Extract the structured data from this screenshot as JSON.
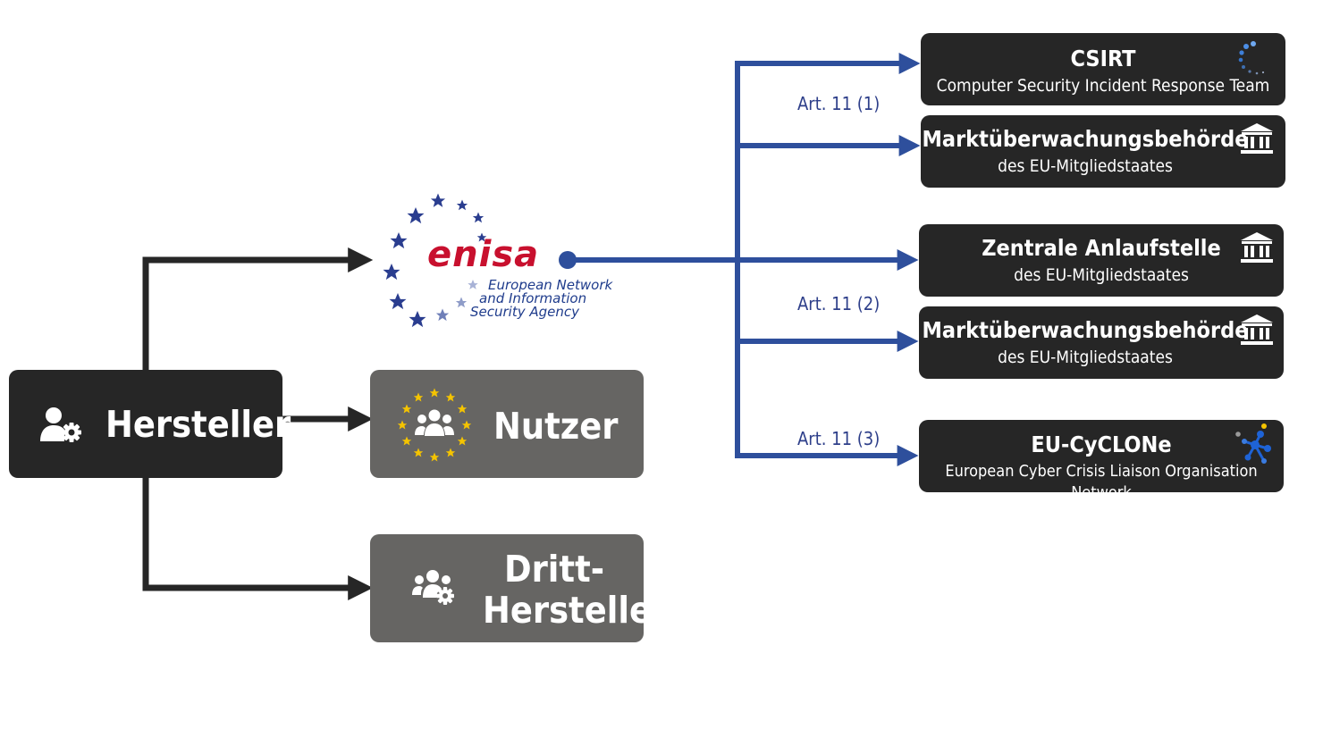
{
  "nodes": {
    "hersteller": "Hersteller",
    "nutzer": "Nutzer",
    "dritt_line1": "Dritt-",
    "dritt_line2": "Hersteller"
  },
  "enisa": {
    "name": "enisa",
    "line1": "European Network",
    "line2": "and Information",
    "line3": "Security Agency"
  },
  "articles": {
    "art1": "Art. 11 (1)",
    "art2": "Art. 11 (2)",
    "art3": "Art. 11 (3)"
  },
  "targets": [
    {
      "title": "CSIRT",
      "subtitle": "Computer Security Incident Response Team",
      "icon": "csirt-dots-icon"
    },
    {
      "title": "Marktüberwachungsbehörde",
      "subtitle": "des EU-Mitgliedstaates",
      "icon": "institution-icon"
    },
    {
      "title": "Zentrale Anlaufstelle",
      "subtitle": "des EU-Mitgliedstaates",
      "icon": "institution-icon"
    },
    {
      "title": "Marktüberwachungsbehörde",
      "subtitle": "des EU-Mitgliedstaates",
      "icon": "institution-icon"
    },
    {
      "title": "EU-CyCLONe",
      "subtitle": "European Cyber Crisis Liaison Organisation Network",
      "icon": "network-icon"
    }
  ],
  "colors": {
    "dark_box": "#262626",
    "grey_box": "#666563",
    "dark_arrow": "#262626",
    "blue_arrow": "#2E4F9C",
    "label_blue": "#2E3F8A",
    "enisa_red": "#C8102E",
    "eu_star": "#F5C400"
  }
}
